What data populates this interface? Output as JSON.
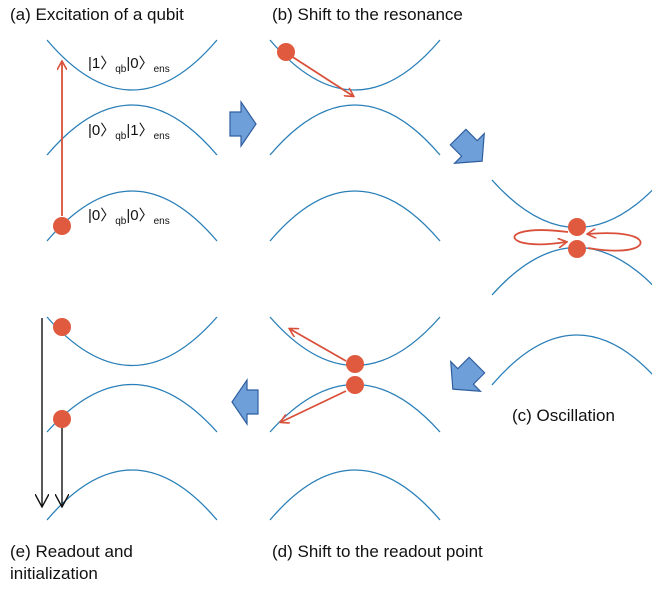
{
  "panels": {
    "a": {
      "title": "(a) Excitation of a qubit"
    },
    "b": {
      "title": "(b) Shift to the resonance"
    },
    "c": {
      "title": "(c) Oscillation"
    },
    "d": {
      "title": "(d) Shift to the readout point"
    },
    "e": {
      "title_line1": "(e) Readout and",
      "title_line2": "initialization"
    }
  },
  "states": {
    "top": {
      "prefix": "|1〉",
      "qb": "qb",
      "mid": "|0〉",
      "ens": "ens"
    },
    "middle": {
      "prefix": "|0〉",
      "qb": "qb",
      "mid": "|1〉",
      "ens": "ens"
    },
    "bottom": {
      "prefix": "|0〉",
      "qb": "qb",
      "mid": "|0〉",
      "ens": "ens"
    }
  },
  "colors": {
    "curve": "#2a7fb8",
    "state_dot": "#e05a3f",
    "transition_arrow": "#d9503a",
    "flow_arrow_fill": "#6f9fd8",
    "flow_arrow_stroke": "#2f5f9f",
    "readout_arrow": "#111111"
  }
}
